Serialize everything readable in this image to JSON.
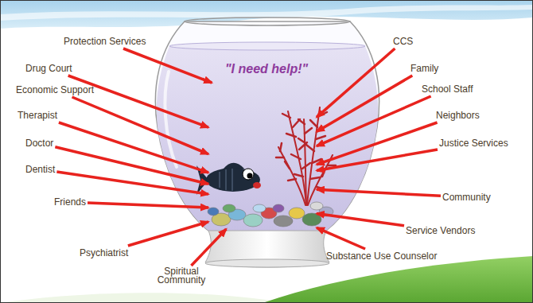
{
  "diagram": {
    "nodes": [
      {
        "text": [
          "Protection Services"
        ]
      },
      {
        "text": [
          "CCS"
        ]
      },
      {
        "text": [
          "Drug Court"
        ]
      },
      {
        "text": [
          "Family"
        ]
      },
      {
        "text": [
          "\"I need help!\""
        ]
      },
      {
        "text": [
          "Economic Support"
        ]
      },
      {
        "text": [
          "School Staff"
        ]
      },
      {
        "text": [
          "Therapist"
        ]
      },
      {
        "text": [
          "Neighbors"
        ]
      },
      {
        "text": [
          "Doctor"
        ]
      },
      {
        "text": [
          "Justice Services"
        ]
      },
      {
        "text": [
          "Dentist"
        ]
      },
      {
        "text": [
          "Community"
        ]
      },
      {
        "text": [
          "Friends"
        ]
      },
      {
        "text": [
          "Service Vendors"
        ]
      },
      {
        "text": [
          "Psychiatrist"
        ]
      },
      {
        "text": [
          "Substance Use Counselor"
        ]
      },
      {
        "text": [
          "Spiritual Community"
        ]
      }
    ],
    "edges": [
      {
        "from": 0,
        "to": 4,
        "arrow": "to"
      },
      {
        "from": 1,
        "to": 4,
        "arrow": "to"
      },
      {
        "from": 2,
        "to": 4,
        "arrow": "to"
      },
      {
        "from": 3,
        "to": 4,
        "arrow": "to"
      },
      {
        "from": 5,
        "to": 4,
        "arrow": "to"
      },
      {
        "from": 6,
        "to": 4,
        "arrow": "to"
      },
      {
        "from": 7,
        "to": 4,
        "arrow": "to"
      },
      {
        "from": 8,
        "to": 4,
        "arrow": "to"
      },
      {
        "from": 9,
        "to": 4,
        "arrow": "to"
      },
      {
        "from": 10,
        "to": 4,
        "arrow": "to"
      },
      {
        "from": 11,
        "to": 4,
        "arrow": "to"
      },
      {
        "from": 12,
        "to": 4,
        "arrow": "to"
      },
      {
        "from": 13,
        "to": 4,
        "arrow": "to"
      },
      {
        "from": 14,
        "to": 4,
        "arrow": "to"
      },
      {
        "from": 15,
        "to": 4,
        "arrow": "to"
      },
      {
        "from": 16,
        "to": 4,
        "arrow": "to"
      },
      {
        "from": 17,
        "to": 4,
        "arrow": "to"
      }
    ]
  }
}
